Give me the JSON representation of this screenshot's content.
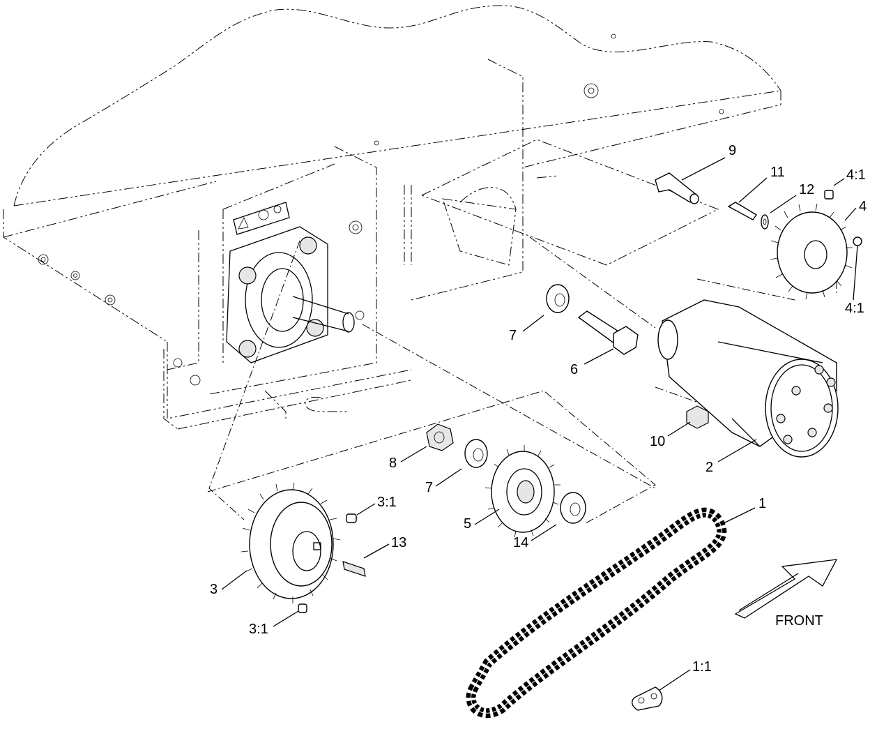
{
  "diagram": {
    "callouts": {
      "c1": "1",
      "c1_1": "1:1",
      "c2": "2",
      "c3": "3",
      "c3_1a": "3:1",
      "c3_1b": "3:1",
      "c4": "4",
      "c4_1a": "4:1",
      "c4_1b": "4:1",
      "c5": "5",
      "c6": "6",
      "c7a": "7",
      "c7b": "7",
      "c8": "8",
      "c9": "9",
      "c10": "10",
      "c11": "11",
      "c12": "12",
      "c13": "13",
      "c14": "14"
    },
    "front_label": "FRONT"
  }
}
